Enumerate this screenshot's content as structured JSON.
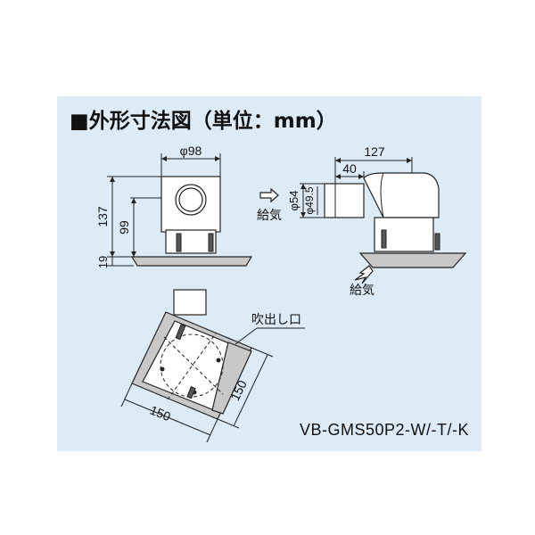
{
  "title": "■外形寸法図（単位：mm）",
  "model": "VB-GMS50P2-W/-T/-K",
  "front_view": {
    "dim_diameter": "φ98",
    "dim_total_height": "137",
    "dim_height": "99",
    "dim_base": "19"
  },
  "side_view": {
    "dim_total_length": "127",
    "dim_length": "40",
    "dim_outer_diameter": "φ54",
    "dim_inner_diameter": "φ49.5",
    "label_supply_top": "給気",
    "label_supply_bottom": "給気"
  },
  "bottom_view": {
    "label_outlet": "吹出し口",
    "dim_width": "150",
    "dim_depth": "150"
  }
}
